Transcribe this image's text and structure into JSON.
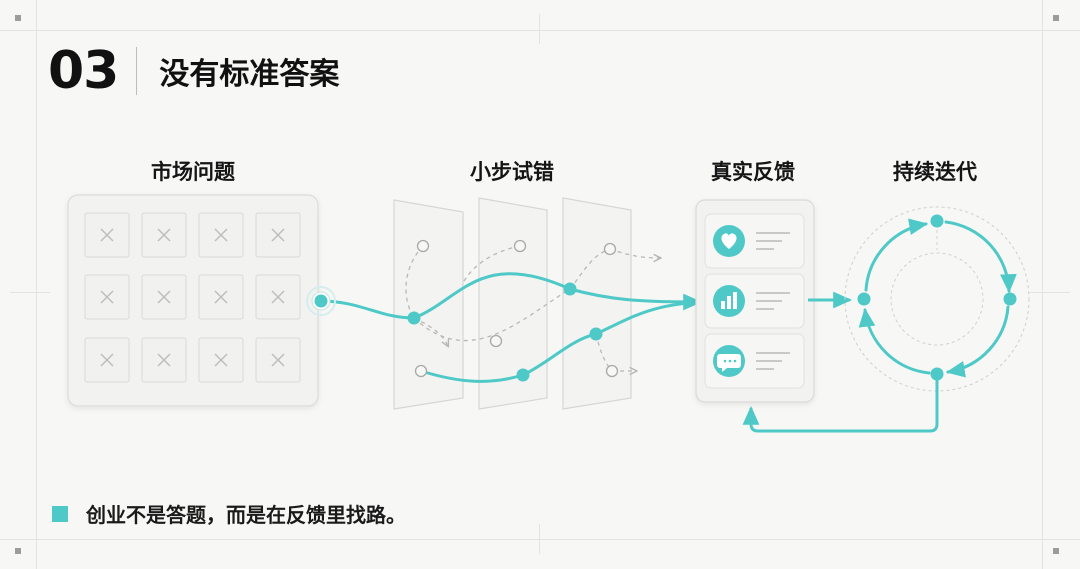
{
  "header": {
    "number": "03",
    "title": "没有标准答案"
  },
  "stages": [
    {
      "label": "市场问题"
    },
    {
      "label": "小步试错"
    },
    {
      "label": "真实反馈"
    },
    {
      "label": "持续迭代"
    }
  ],
  "footer": {
    "text": "创业不是答题，而是在反馈里找路。"
  },
  "icons": [
    "x-mark-icon",
    "heart-icon",
    "bar-chart-icon",
    "chat-bubble-icon"
  ],
  "colors": {
    "accent": "#4ec9c7",
    "text": "#111111",
    "muted": "#c9c9c9"
  }
}
